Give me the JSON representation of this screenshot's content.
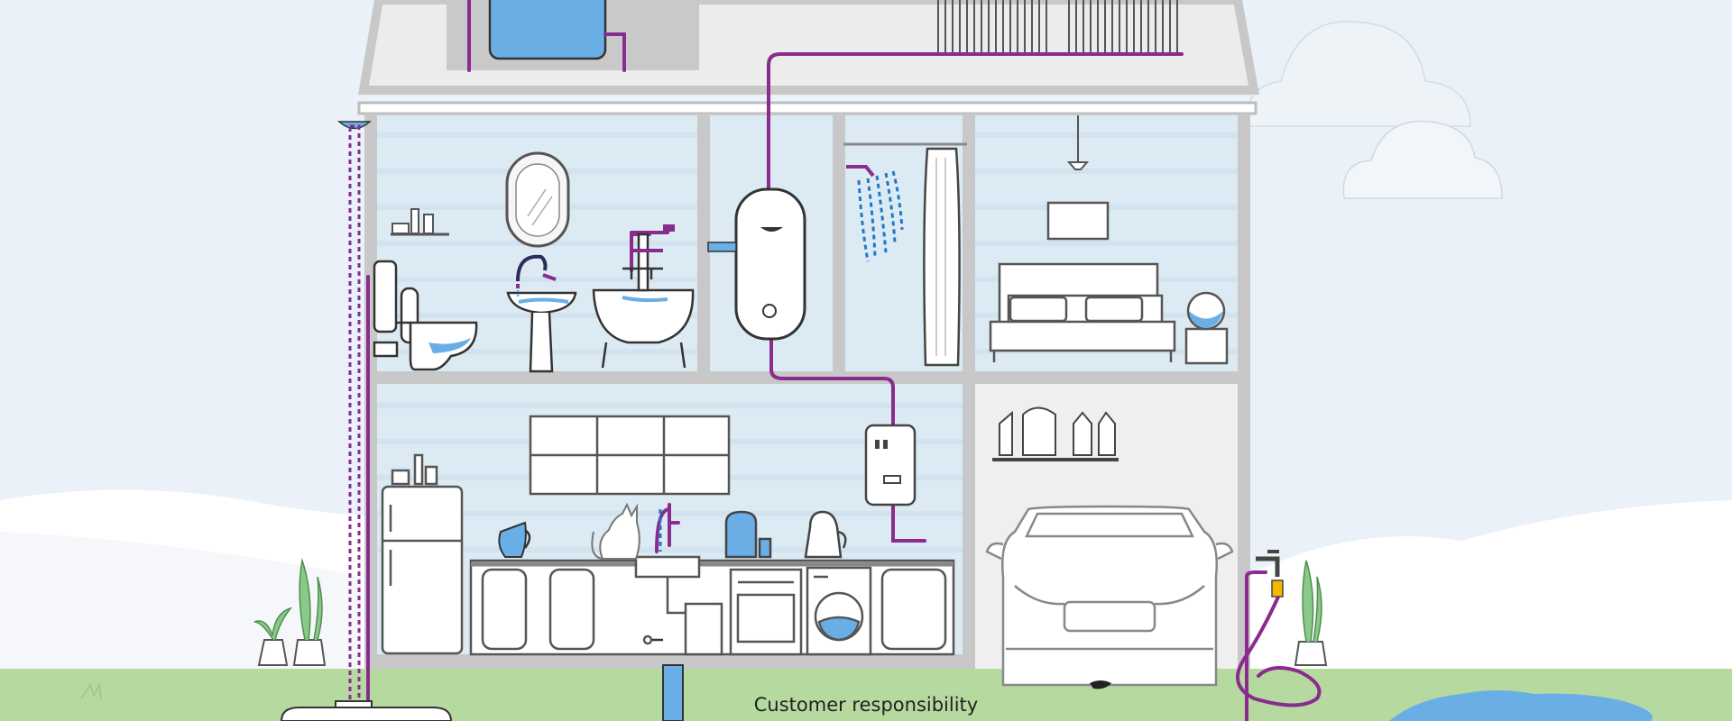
{
  "scene": {
    "caption": "Customer responsibility"
  },
  "colors": {
    "sky": "#eaf1f8",
    "grass": "#b6d9a0",
    "pipe": "#8a2b8e",
    "water": "#6aaee6",
    "wall": "#c8c8c8",
    "room_light_blue": "#dceaf3",
    "room_grey": "#efefef",
    "outline": "#4a4a4a",
    "tap_yellow": "#f5b800"
  },
  "elements": [
    "water-tank",
    "radiator",
    "water-heater-cylinder",
    "toilet",
    "basin",
    "bath",
    "shower",
    "bed",
    "fish-bowl",
    "boiler",
    "fridge",
    "kitchen-sink",
    "washing-machine",
    "oven",
    "kettle",
    "jug",
    "cat",
    "cleaning-products",
    "car",
    "outdoor-tap",
    "garden-hose",
    "pond",
    "plants",
    "rain-gutter",
    "drain",
    "clouds",
    "hills"
  ]
}
